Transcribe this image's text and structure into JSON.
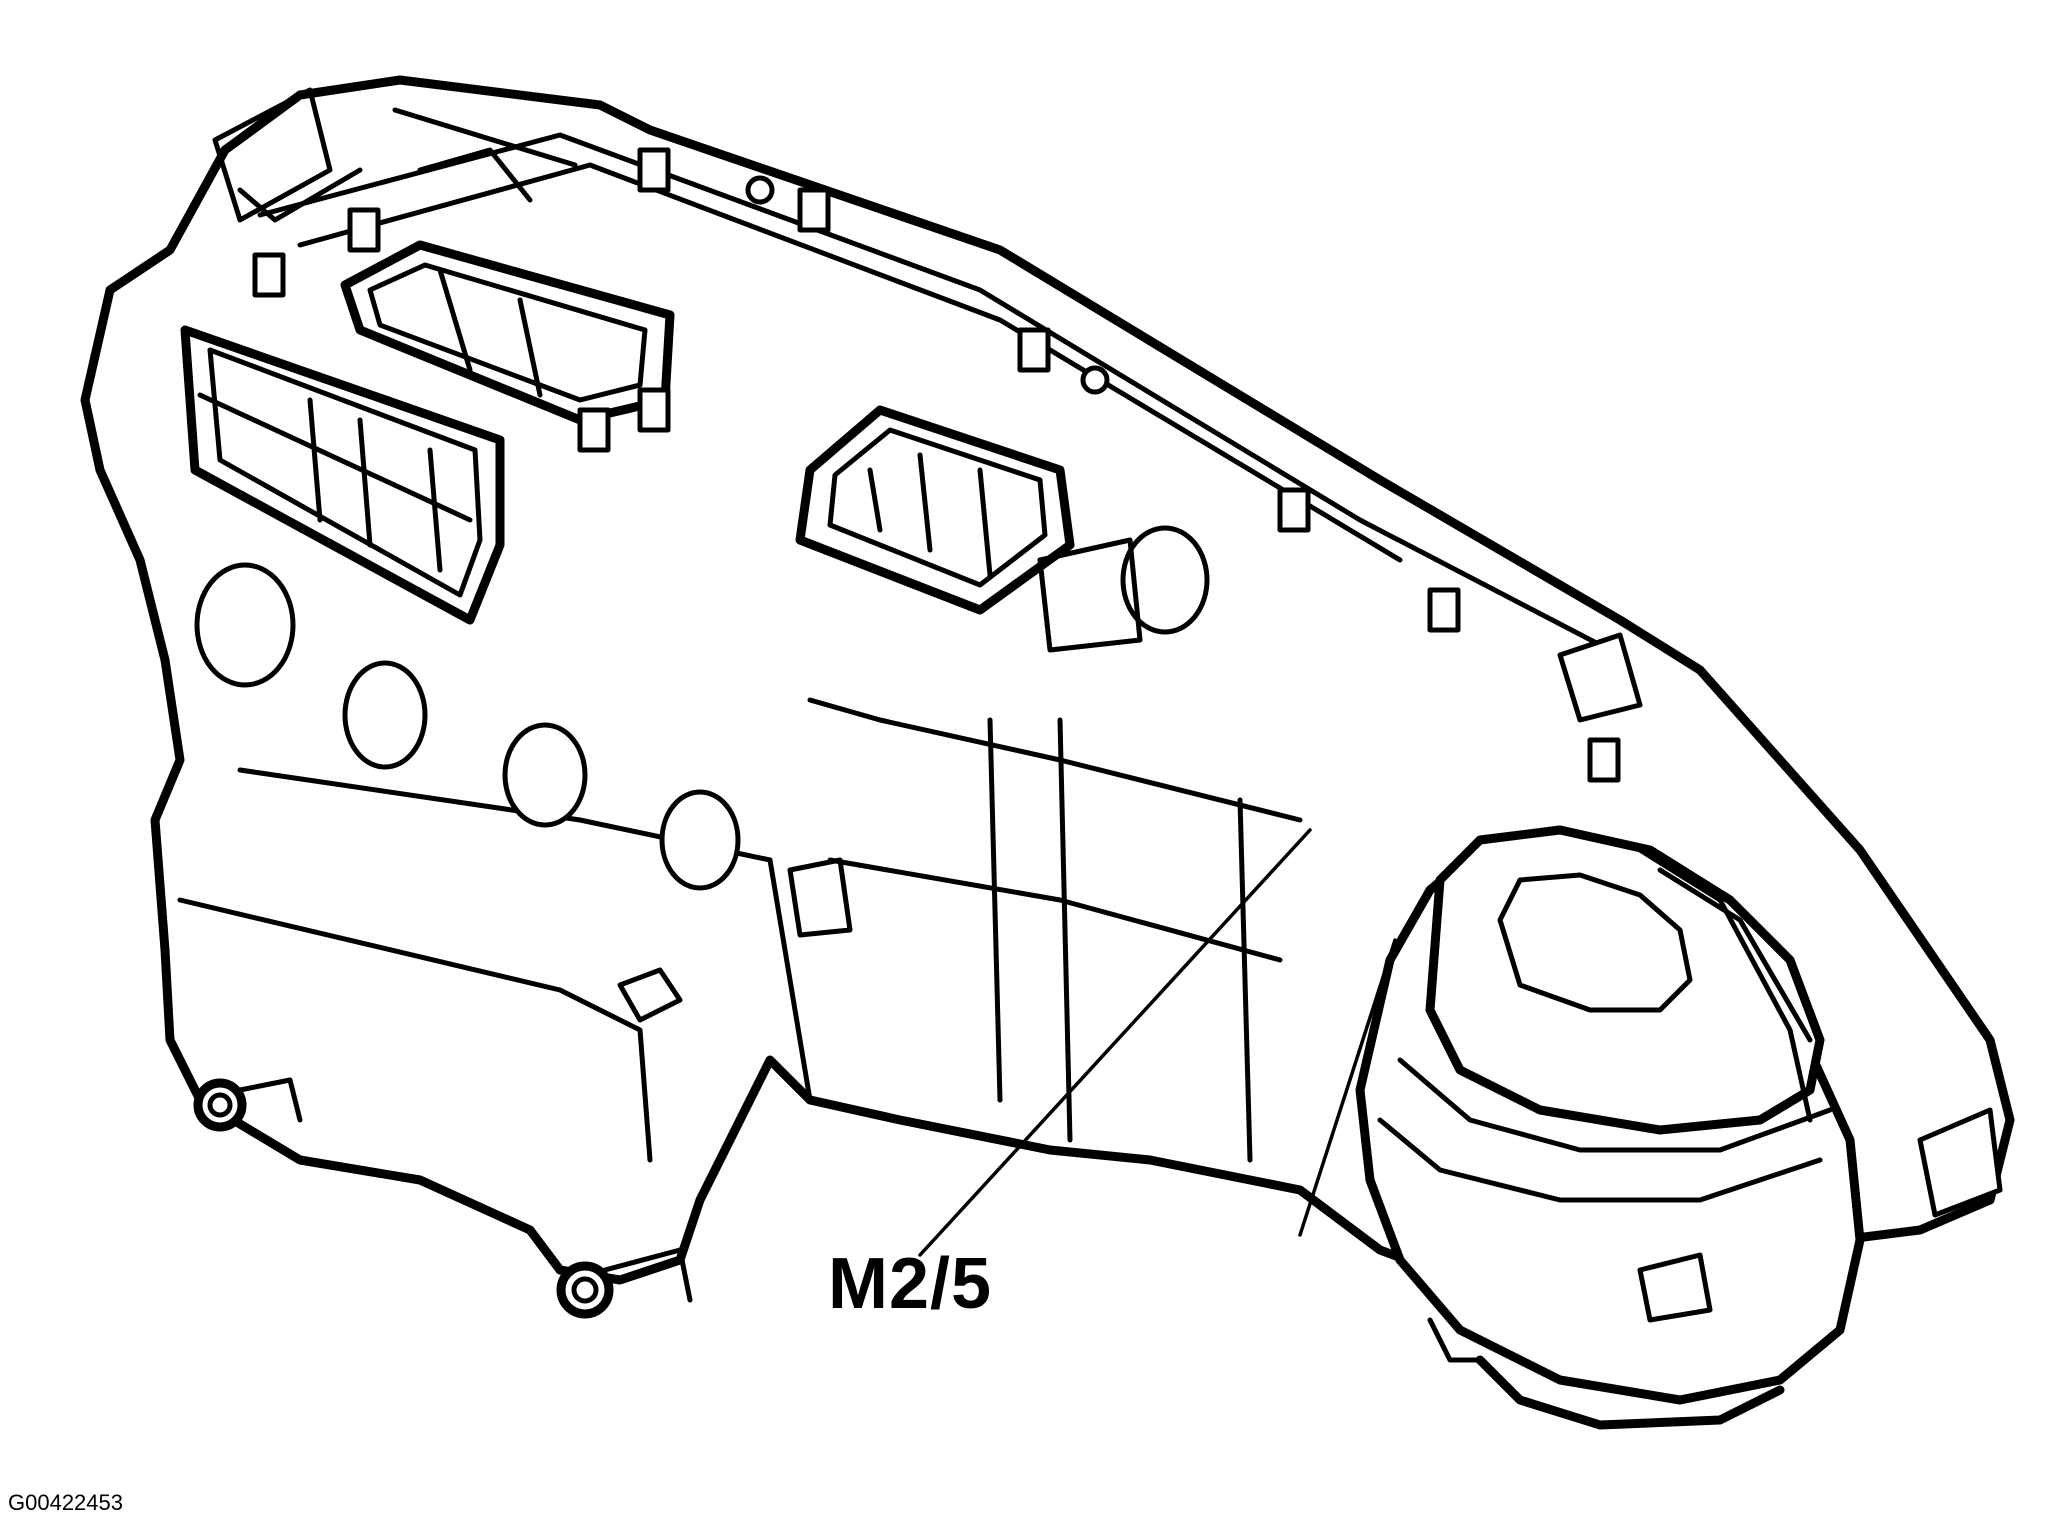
{
  "diagram": {
    "callout_label": "M2/5",
    "image_code": "G00422453",
    "components": [
      "hvac-housing",
      "blower-motor",
      "blower-housing",
      "duct-outlets",
      "vacuum-actuators"
    ],
    "colors": {
      "ink": "#000000",
      "background": "#ffffff"
    }
  }
}
